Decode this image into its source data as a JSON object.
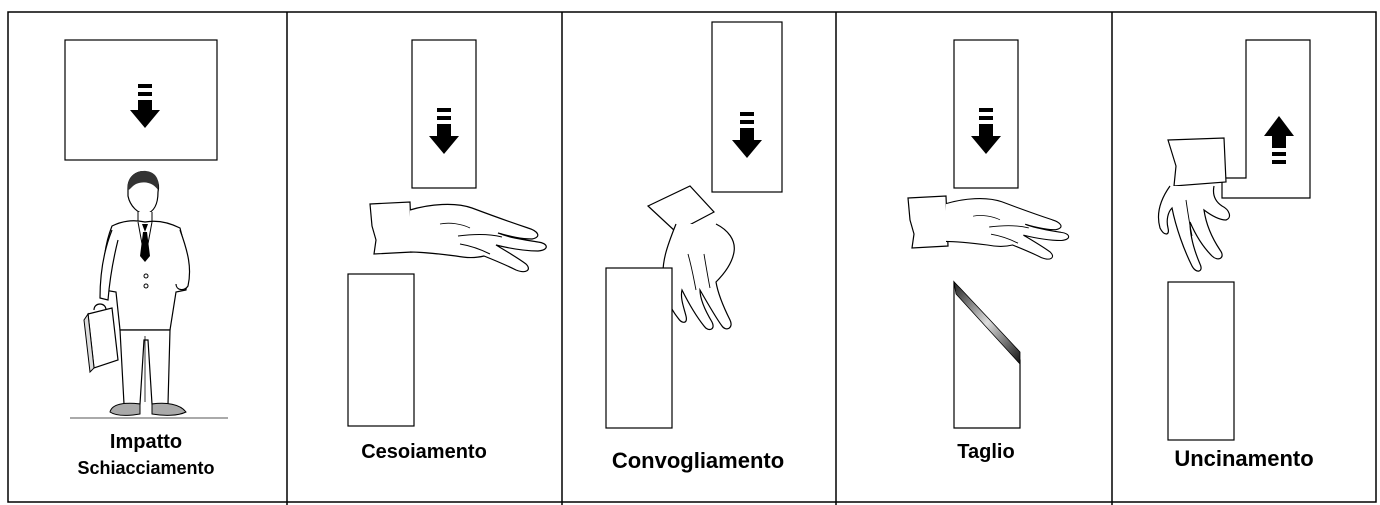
{
  "panels": [
    {
      "id": "impatto",
      "lines": [
        "Impatto",
        "Schiacciamento"
      ]
    },
    {
      "id": "cesoiamento",
      "lines": [
        "Cesoiamento"
      ]
    },
    {
      "id": "convogliamento",
      "lines": [
        "Convogliamento"
      ]
    },
    {
      "id": "taglio",
      "lines": [
        "Taglio"
      ]
    },
    {
      "id": "uncinamento",
      "lines": [
        "Uncinamento"
      ]
    }
  ]
}
